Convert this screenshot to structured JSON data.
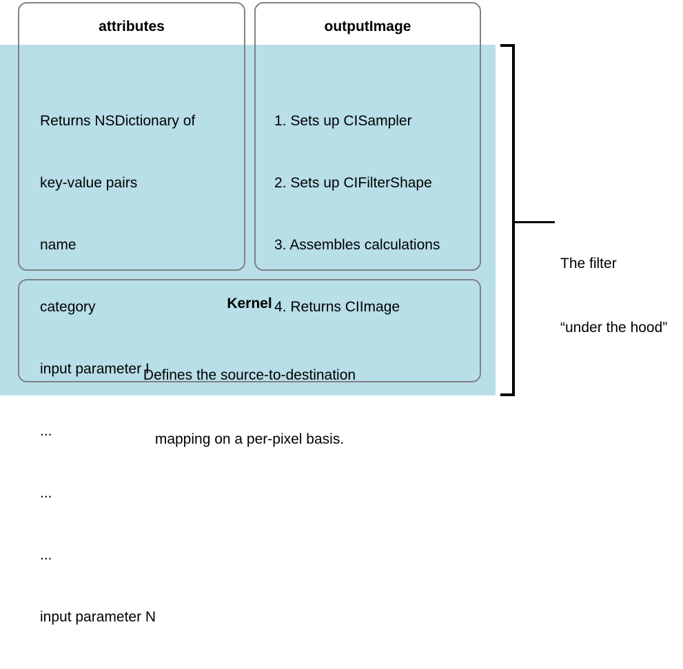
{
  "diagram": {
    "title": "The filter under the hood",
    "panel_color": "#b8dee8",
    "box_border_color": "#808080",
    "text_color": "#000000"
  },
  "boxes": {
    "attributes": {
      "title": "attributes",
      "lines": [
        "Returns NSDictionary of",
        "key-value pairs",
        "name",
        "category",
        "input parameter I",
        "...",
        "...",
        "...",
        "input parameter N"
      ]
    },
    "output_image": {
      "title": "outputImage",
      "lines": [
        "1. Sets up CISampler",
        "2. Sets up CIFilterShape",
        "3. Assembles calculations",
        "4. Returns CIImage"
      ]
    },
    "kernel": {
      "title": "Kernel",
      "lines": [
        "Defines the source-to-destination",
        "mapping on a per-pixel basis."
      ]
    }
  },
  "annotation": {
    "line1": "The filter",
    "line2": "“under the hood”"
  }
}
